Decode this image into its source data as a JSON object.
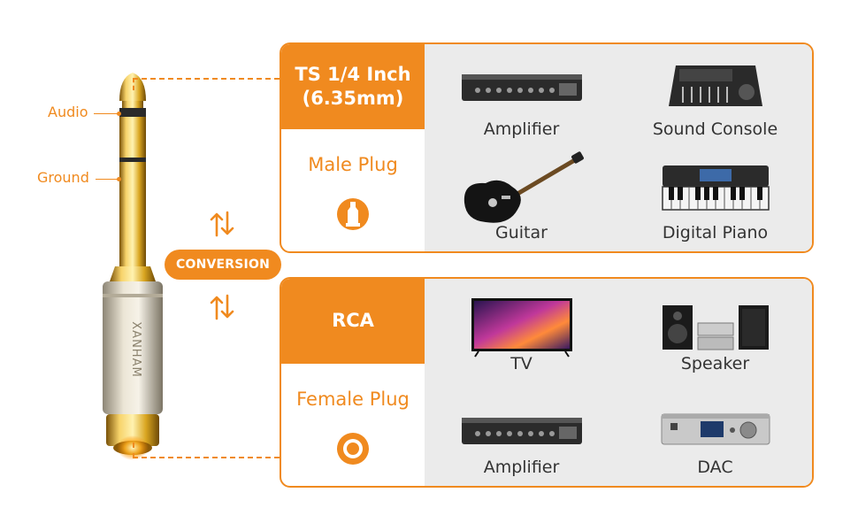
{
  "adapter": {
    "brand": "XANHAM",
    "callouts": [
      "Audio",
      "Ground"
    ]
  },
  "conversion": {
    "label": "CONVERSION"
  },
  "panels": [
    {
      "title_line1": "TS 1/4 Inch",
      "title_line2": "(6.35mm)",
      "plug_type": "Male Plug",
      "icon": "male-plug-icon",
      "devices": [
        {
          "label": "Amplifier",
          "icon": "amplifier-icon"
        },
        {
          "label": "Sound Console",
          "icon": "sound-console-icon"
        },
        {
          "label": "Guitar",
          "icon": "guitar-icon"
        },
        {
          "label": "Digital Piano",
          "icon": "digital-piano-icon"
        }
      ]
    },
    {
      "title_line1": "RCA",
      "title_line2": "",
      "plug_type": "Female Plug",
      "icon": "female-plug-icon",
      "devices": [
        {
          "label": "TV",
          "icon": "tv-icon"
        },
        {
          "label": "Speaker",
          "icon": "speaker-icon"
        },
        {
          "label": "Amplifier",
          "icon": "amplifier-icon"
        },
        {
          "label": "DAC",
          "icon": "dac-icon"
        }
      ]
    }
  ],
  "colors": {
    "accent": "#f08a1f",
    "panel_bg": "#ebebeb",
    "text": "#333333",
    "gold": "#d9a520",
    "silver": "#cfc8b8"
  }
}
